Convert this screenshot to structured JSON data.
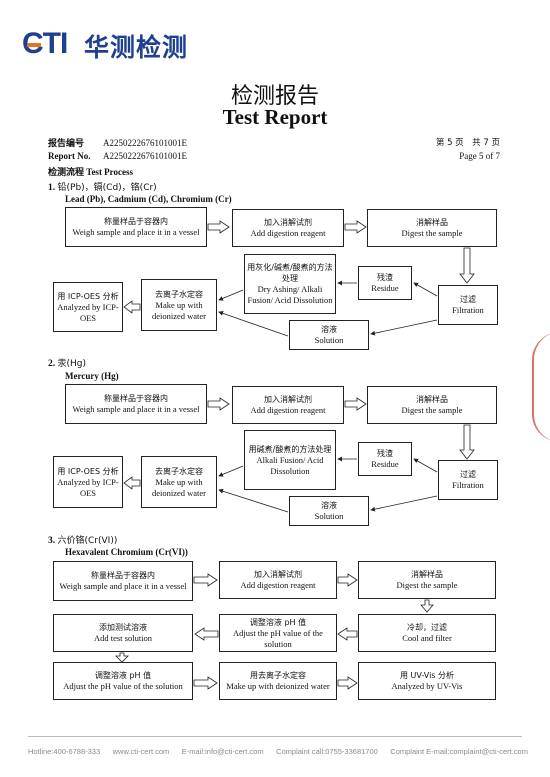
{
  "header": {
    "logo_latin": "CTI",
    "logo_cn": "华测检测"
  },
  "title": {
    "cn": "检测报告",
    "en": "Test Report"
  },
  "meta": {
    "report_no_cn_label": "报告编号",
    "report_no_en_label": "Report No.",
    "report_no": "A2250222676101001E",
    "page_cn": "第 5 页　共 7 页",
    "page_en": "Page 5 of 7"
  },
  "process_title": {
    "cn": "检测流程",
    "en": "Test Process"
  },
  "sections": [
    {
      "num": "1.",
      "cn": "铅(Pb)，镉(Cd)，铬(Cr)",
      "en": "Lead (Pb), Cadmium (Cd), Chromium (Cr)",
      "boxes": {
        "weigh": {
          "cn": "称量样品于容器内",
          "en": "Weigh sample and place it in a vessel"
        },
        "add_reagent": {
          "cn": "加入消解试剂",
          "en": "Add digestion reagent"
        },
        "digest": {
          "cn": "消解样品",
          "en": "Digest the sample"
        },
        "ashing": {
          "cn": "用灰化/碱煮/酸煮的方法处理",
          "en": "Dry Ashing/ Alkali Fusion/ Acid Dissolution"
        },
        "residue": {
          "cn": "残渣",
          "en": "Residue"
        },
        "filtration": {
          "cn": "过滤",
          "en": "Filtration"
        },
        "solution": {
          "cn": "溶液",
          "en": "Solution"
        },
        "makeup": {
          "cn": "去离子水定容",
          "en": "Make up with deionized water"
        },
        "analyze": {
          "cn": "用 ICP-OES 分析",
          "en": "Analyzed by ICP-OES"
        }
      }
    },
    {
      "num": "2.",
      "cn": "汞(Hg)",
      "en": "Mercury (Hg)",
      "boxes": {
        "weigh": {
          "cn": "称量样品于容器内",
          "en": "Weigh sample and place it in a vessel"
        },
        "add_reagent": {
          "cn": "加入消解试剂",
          "en": "Add digestion reagent"
        },
        "digest": {
          "cn": "消解样品",
          "en": "Digest the sample"
        },
        "ashing": {
          "cn": "用碱煮/酸煮的方法处理",
          "en": "Alkali Fusion/ Acid Dissolution"
        },
        "residue": {
          "cn": "残渣",
          "en": "Residue"
        },
        "filtration": {
          "cn": "过滤",
          "en": "Filtration"
        },
        "solution": {
          "cn": "溶液",
          "en": "Solution"
        },
        "makeup": {
          "cn": "去离子水定容",
          "en": "Make up with deionized water"
        },
        "analyze": {
          "cn": "用 ICP-OES 分析",
          "en": "Analyzed by ICP-OES"
        }
      }
    },
    {
      "num": "3.",
      "cn": "六价铬(Cr(VI))",
      "en": "Hexavalent Chromium (Cr(VI))",
      "boxes": {
        "weigh": {
          "cn": "称量样品于容器内",
          "en": "Weigh sample and place it in a vessel"
        },
        "add_reagent": {
          "cn": "加入消解试剂",
          "en": "Add digestion reagent"
        },
        "digest": {
          "cn": "消解样品",
          "en": "Digest the sample"
        },
        "add_test": {
          "cn": "添加测试溶液",
          "en": "Add test solution"
        },
        "adjust_ph1": {
          "cn": "调整溶液 pH 值",
          "en": "Adjust the pH value of the solution"
        },
        "cool": {
          "cn": "冷却，过滤",
          "en": "Cool and filter"
        },
        "adjust_ph2": {
          "cn": "调整溶液 pH 值",
          "en": "Adjust the pH value of the solution"
        },
        "makeup": {
          "cn": "用去离子水定容",
          "en": "Make up with deionized water"
        },
        "analyze": {
          "cn": "用 UV-Vis 分析",
          "en": "Analyzed by UV-Vis"
        }
      }
    }
  ],
  "footer": {
    "hotline": "Hotline:400-6788-333",
    "web": "www.cti-cert.com",
    "email": "E-mail:info@cti-cert.com",
    "complaint_call": "Complaint call:0755-33681700",
    "complaint_email": "Complaint E-mail:complaint@cti-cert.com"
  },
  "colors": {
    "logo": "#1f3f8f",
    "logo_accent": "#e8731c",
    "stamp": "#d2403a"
  }
}
